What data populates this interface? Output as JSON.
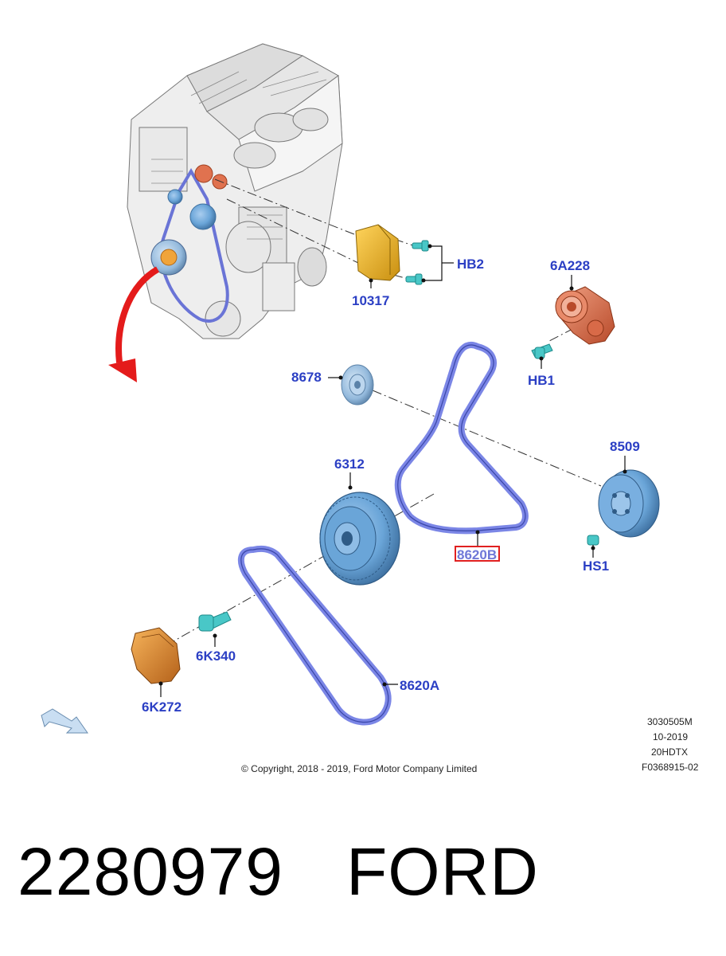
{
  "callouts": {
    "hb2": "HB2",
    "p10317": "10317",
    "p6a228": "6A228",
    "hb1": "HB1",
    "p8678": "8678",
    "p8509": "8509",
    "p6312": "6312",
    "p8620b": "8620B",
    "hs1": "HS1",
    "p6k340": "6K340",
    "p8620a": "8620A",
    "p6k272": "6K272"
  },
  "meta": {
    "line1": "3030505M",
    "line2": "10-2019",
    "line3": "20HDTX",
    "line4": "F0368915-02"
  },
  "copyright": "© Copyright, 2018 - 2019, Ford Motor Company Limited",
  "part_number": "2280979",
  "brand": "FORD",
  "colors": {
    "callout": "#2b3fc4",
    "belt": "#7b86e6",
    "pulley": "#6aa5d8",
    "tensioner": "#e0724f",
    "cover": "#f0b728",
    "damper_cover": "#e8902e",
    "bolt": "#49c7c7",
    "arrow": "#e41b1b",
    "highlight": "#e02020"
  },
  "icons": [
    "engine-illustration",
    "curved-red-arrow",
    "view-direction-arrow"
  ]
}
